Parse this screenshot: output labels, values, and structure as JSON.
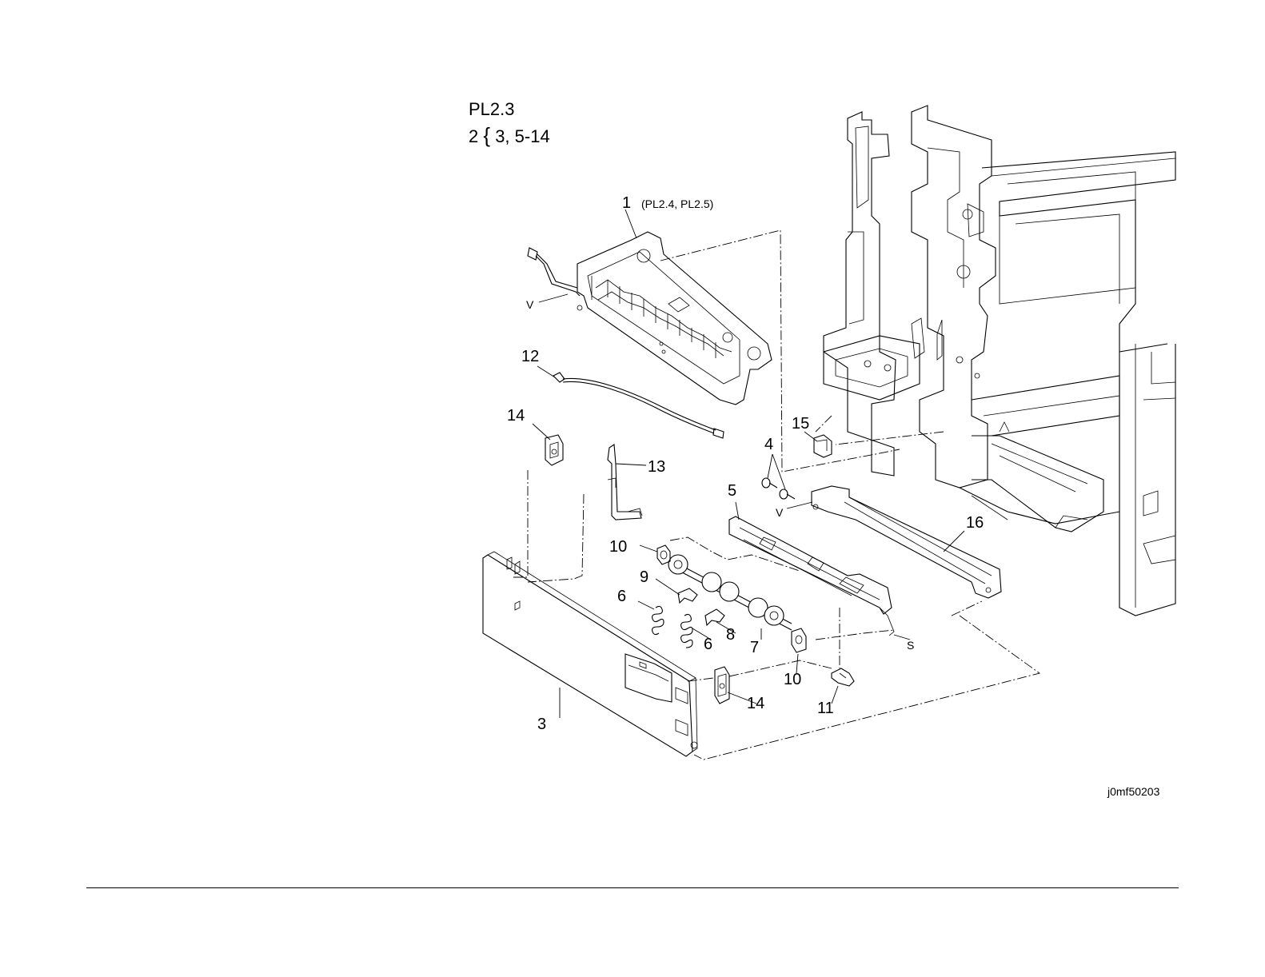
{
  "header": {
    "title": "PL2.3",
    "subtitle_prefix": "2",
    "subtitle_brace": "{",
    "subtitle_items": "3, 5-14"
  },
  "figure_id": "j0mf50203",
  "callouts": {
    "c1": "1",
    "c1_ref": "(PL2.4, PL2.5)",
    "c3": "3",
    "c4": "4",
    "c5": "5",
    "c6a": "6",
    "c6b": "6",
    "c7": "7",
    "c8": "8",
    "c9": "9",
    "c10a": "10",
    "c10b": "10",
    "c11": "11",
    "c12": "12",
    "c13": "13",
    "c14a": "14",
    "c14b": "14",
    "c15": "15",
    "c16": "16",
    "v1": "V",
    "v2": "V",
    "s1": "S"
  }
}
